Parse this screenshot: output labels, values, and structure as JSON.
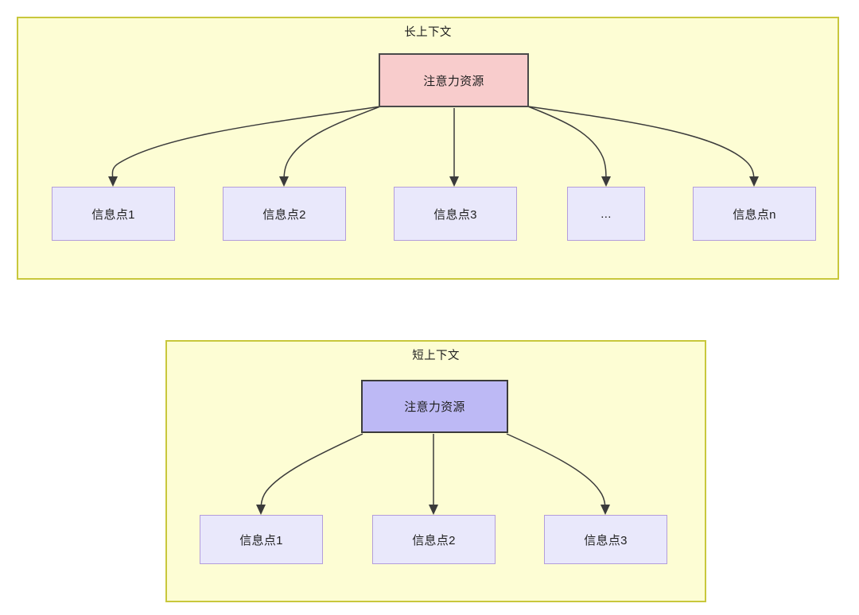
{
  "diagram": {
    "type": "flow-diagram",
    "background": "#ffffff",
    "colors": {
      "group_fill": "#fdfdd4",
      "group_border": "#c8c73c",
      "attention_long_fill": "#f8cccc",
      "attention_long_border": "#4a4a4a",
      "attention_short_fill": "#bdb9f5",
      "attention_short_border": "#3b3b3b",
      "info_fill": "#e9e8fb",
      "info_border": "#b39ddb",
      "edge_stroke": "#3b3b3b",
      "text": "#1f1f1f"
    },
    "groups": [
      {
        "id": "long-context",
        "title": "长上下文",
        "root": {
          "id": "attention-long",
          "label": "注意力资源"
        },
        "children": [
          {
            "id": "info-1",
            "label": "信息点1"
          },
          {
            "id": "info-2",
            "label": "信息点2"
          },
          {
            "id": "info-3",
            "label": "信息点3"
          },
          {
            "id": "info-ellipsis",
            "label": "..."
          },
          {
            "id": "info-n",
            "label": "信息点n"
          }
        ]
      },
      {
        "id": "short-context",
        "title": "短上下文",
        "root": {
          "id": "attention-short",
          "label": "注意力资源"
        },
        "children": [
          {
            "id": "info-s1",
            "label": "信息点1"
          },
          {
            "id": "info-s2",
            "label": "信息点2"
          },
          {
            "id": "info-s3",
            "label": "信息点3"
          }
        ]
      }
    ]
  }
}
